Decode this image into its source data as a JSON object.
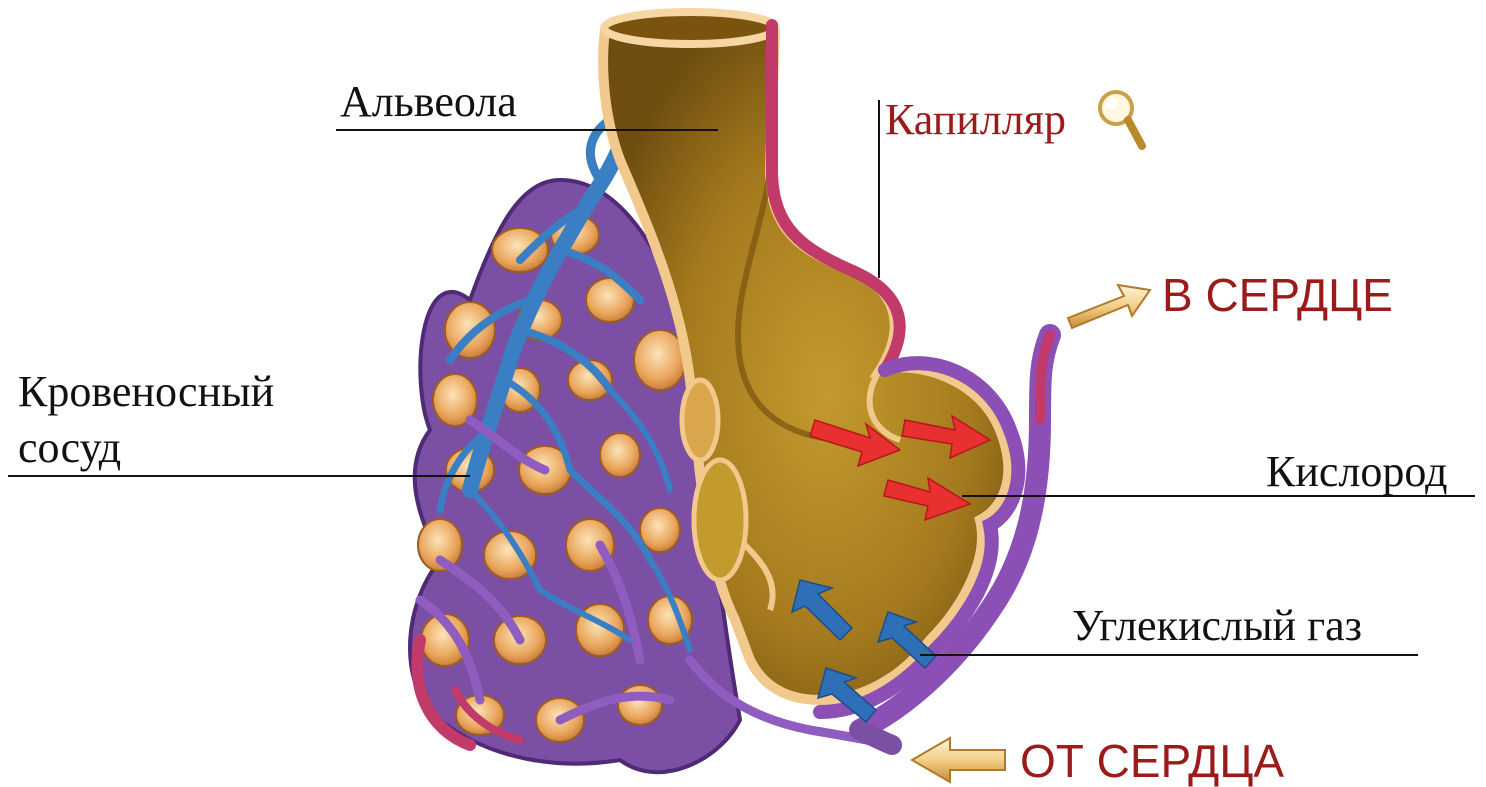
{
  "diagram": {
    "labels": {
      "alveola": "Альвеола",
      "capillary": "Капилляр",
      "to_heart": "В СЕРДЦЕ",
      "vessel_line1": "Кровеносный",
      "vessel_line2": "сосуд",
      "oxygen": "Кислород",
      "co2": "Углекислый газ",
      "from_heart": "ОТ СЕРДЦА"
    },
    "icons": [
      "magnifier-icon",
      "arrow-to-heart-icon",
      "arrow-from-heart-icon",
      "oxygen-arrow-icon",
      "co2-arrow-icon"
    ],
    "colors": {
      "label_red": "#9b1b1b",
      "alveolus_fill": "#a8781c",
      "alveolus_wall": "#f2c98c",
      "vein_blue": "#3a7fc4",
      "vessel_purple": "#7a4aa6",
      "capillary_pink": "#c23a6a",
      "oxygen_arrow": "#e83030",
      "co2_arrow": "#2f6fb8",
      "flow_arrow": "#f4d79a"
    }
  }
}
